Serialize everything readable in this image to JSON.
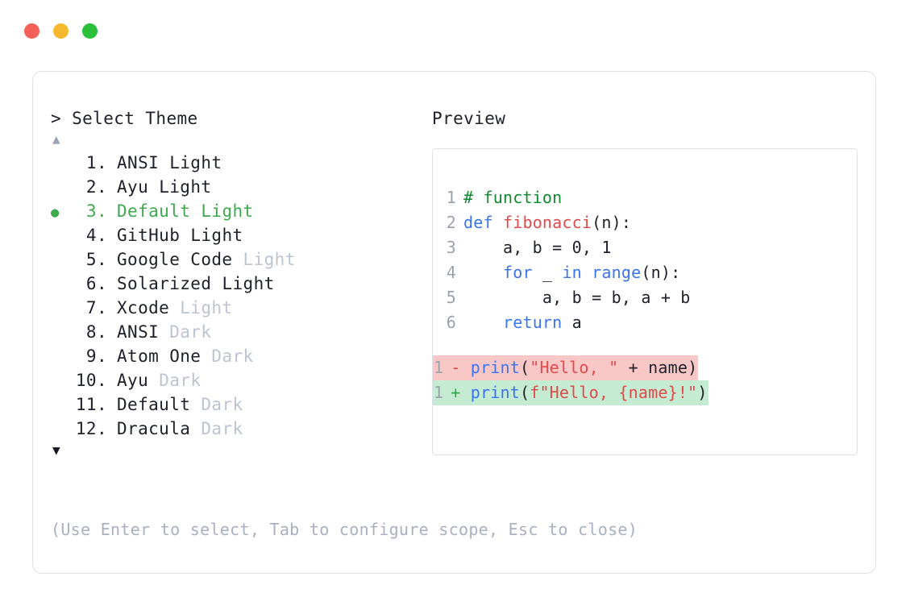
{
  "window": {
    "traffic_lights": [
      {
        "name": "close",
        "color": "#F4615B"
      },
      {
        "name": "minimize",
        "color": "#F6B92E"
      },
      {
        "name": "maximize",
        "color": "#2AC03C"
      }
    ]
  },
  "left_panel": {
    "prompt": "> Select Theme",
    "scroll_up_icon": "▲",
    "scroll_down_icon": "▼",
    "selected_bullet": "●",
    "selected_index": 3,
    "items": [
      {
        "num": "1.",
        "name": "ANSI",
        "variant": "Light",
        "variant_muted": false,
        "selected": false
      },
      {
        "num": "2.",
        "name": "Ayu",
        "variant": "Light",
        "variant_muted": false,
        "selected": false
      },
      {
        "num": "3.",
        "name": "Default",
        "variant": "Light",
        "variant_muted": false,
        "selected": true
      },
      {
        "num": "4.",
        "name": "GitHub",
        "variant": "Light",
        "variant_muted": false,
        "selected": false
      },
      {
        "num": "5.",
        "name": "Google Code",
        "variant": "Light",
        "variant_muted": true,
        "selected": false
      },
      {
        "num": "6.",
        "name": "Solarized",
        "variant": "Light",
        "variant_muted": false,
        "selected": false
      },
      {
        "num": "7.",
        "name": "Xcode",
        "variant": "Light",
        "variant_muted": true,
        "selected": false
      },
      {
        "num": "8.",
        "name": "ANSI",
        "variant": "Dark",
        "variant_muted": true,
        "selected": false
      },
      {
        "num": "9.",
        "name": "Atom One",
        "variant": "Dark",
        "variant_muted": true,
        "selected": false
      },
      {
        "num": "10.",
        "name": "Ayu",
        "variant": "Dark",
        "variant_muted": true,
        "selected": false
      },
      {
        "num": "11.",
        "name": "Default",
        "variant": "Dark",
        "variant_muted": true,
        "selected": false
      },
      {
        "num": "12.",
        "name": "Dracula",
        "variant": "Dark",
        "variant_muted": true,
        "selected": false
      }
    ]
  },
  "hint": "(Use Enter to select, Tab to configure scope, Esc to close)",
  "right_panel": {
    "label": "Preview",
    "code_lines": [
      {
        "ln": "1",
        "tokens": [
          {
            "t": "# function",
            "c": "tok-comment"
          }
        ]
      },
      {
        "ln": "2",
        "tokens": [
          {
            "t": "def ",
            "c": "tok-kw"
          },
          {
            "t": "fibonacci",
            "c": "tok-fn"
          },
          {
            "t": "(n):",
            "c": "tok-punct"
          }
        ]
      },
      {
        "ln": "3",
        "tokens": [
          {
            "t": "    a, b = 0, 1",
            "c": "tok-plain"
          }
        ]
      },
      {
        "ln": "4",
        "tokens": [
          {
            "t": "    ",
            "c": "tok-plain"
          },
          {
            "t": "for",
            "c": "tok-kw"
          },
          {
            "t": " _ ",
            "c": "tok-plain"
          },
          {
            "t": "in ",
            "c": "tok-kw"
          },
          {
            "t": "range",
            "c": "tok-kw"
          },
          {
            "t": "(n):",
            "c": "tok-punct"
          }
        ]
      },
      {
        "ln": "5",
        "tokens": [
          {
            "t": "        a, b = b, a + b",
            "c": "tok-plain"
          }
        ]
      },
      {
        "ln": "6",
        "tokens": [
          {
            "t": "    ",
            "c": "tok-plain"
          },
          {
            "t": "return",
            "c": "tok-kw"
          },
          {
            "t": " a",
            "c": "tok-plain"
          }
        ]
      }
    ],
    "diff_lines": [
      {
        "ln": "1",
        "kind": "del",
        "sign": "-",
        "tokens": [
          {
            "t": "print",
            "c": "tok-kw"
          },
          {
            "t": "(",
            "c": "tok-punct"
          },
          {
            "t": "\"Hello, \"",
            "c": "tok-str"
          },
          {
            "t": " + name",
            "c": "tok-plain"
          },
          {
            "t": ")",
            "c": "tok-punct"
          }
        ]
      },
      {
        "ln": "1",
        "kind": "add",
        "sign": "+",
        "tokens": [
          {
            "t": "print",
            "c": "tok-kw"
          },
          {
            "t": "(",
            "c": "tok-punct"
          },
          {
            "t": "f\"Hello, {name}!\"",
            "c": "tok-str"
          },
          {
            "t": ")",
            "c": "tok-punct"
          }
        ]
      }
    ]
  },
  "colors": {
    "accent_green": "#3FA94F",
    "muted": "#BCC4D2",
    "border": "#DFE2E8",
    "diff_del_bg": "#FAC7C7",
    "diff_add_bg": "#C6EBD3"
  }
}
